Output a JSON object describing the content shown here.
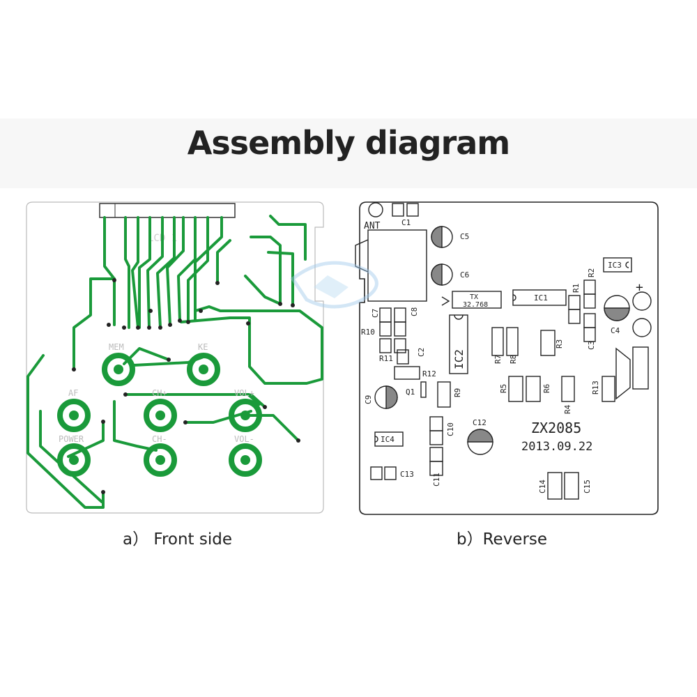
{
  "title": "Assembly diagram",
  "captions": {
    "front": "a） Front side",
    "reverse": "b）Reverse"
  },
  "front": {
    "lcd_label": "LCD 1",
    "pads": {
      "mem": "MEM",
      "ke": "KE",
      "af": "AF",
      "ch_plus": "CH+",
      "vol_plus": "VOL+",
      "power": "POWER",
      "ch_minus": "CH-",
      "vol_minus": "VOL-"
    }
  },
  "reverse": {
    "ant": "ANT",
    "c1": "C1",
    "c5": "C5",
    "c6": "C6",
    "ic3": "IC3",
    "plus": "+",
    "tx": "TX",
    "tx_freq": "32.768",
    "ic1": "IC1",
    "r1": "R1",
    "r2": "R2",
    "c4": "C4",
    "c7": "C7",
    "c8": "C8",
    "r10": "R10",
    "ic2": "IC2",
    "r3": "R3",
    "c3": "C3",
    "r11": "R11",
    "c2": "C2",
    "r7": "R7",
    "r8": "R8",
    "r12": "R12",
    "c9": "C9",
    "q1": "Q1",
    "r9": "R9",
    "r5": "R5",
    "r6": "R6",
    "r4": "R4",
    "r13": "R13",
    "ic4": "IC4",
    "c10": "C10",
    "c12": "C12",
    "model": "ZX2085",
    "date": "2013.09.22",
    "c13": "C13",
    "c11": "C11",
    "c14": "C14",
    "c15": "C15"
  },
  "colors": {
    "trace": "#1a9a3a",
    "outline": "#222222",
    "board_border": "#bbbbbb",
    "watermark": "#f2b48a"
  }
}
